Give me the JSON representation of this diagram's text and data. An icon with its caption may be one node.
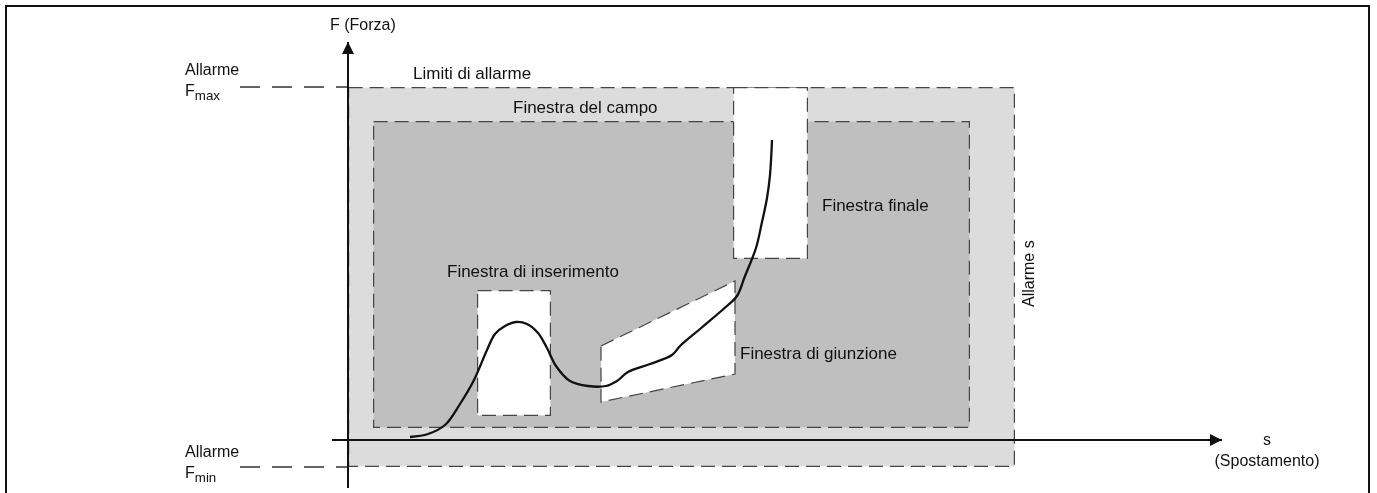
{
  "diagram": {
    "nodes": [
      {
        "text": [
          "Limiti di allarme",
          "Allarme s"
        ]
      },
      {
        "text": [
          "Finestra del campo"
        ],
        "in": 0
      },
      {
        "text": [
          "Finestra di inserimento"
        ],
        "in": 1
      },
      {
        "text": [],
        "shape": "parallelogram",
        "beside": [
          "Finestra di giunzione"
        ],
        "in": 1
      },
      {
        "text": [],
        "shape": "box",
        "beside": [
          "Finestra finale"
        ],
        "in": 0
      }
    ],
    "labels": [
      "F (Forza)",
      "Allarme F$_{max}$",
      "Allarme F$_{min}$",
      "s (Spostamento)"
    ]
  }
}
